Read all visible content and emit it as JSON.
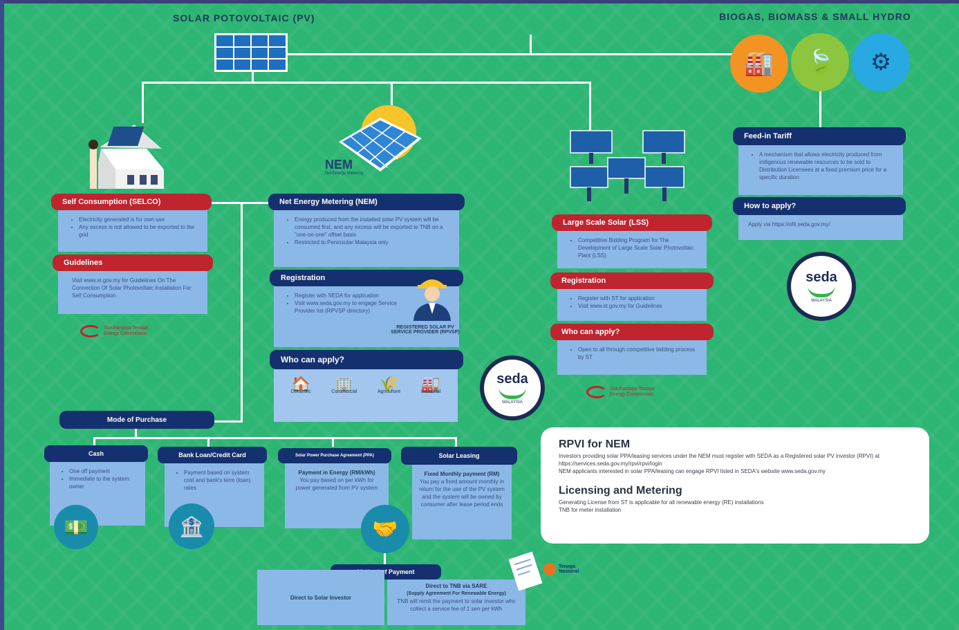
{
  "titles": {
    "pv": "SOLAR POTOVOLTAIC (PV)",
    "biogas": "BIOGAS, BIOMASS & SMALL HYDRO"
  },
  "colors": {
    "background": "#2db574",
    "navy": "#14306e",
    "red": "#c0242e",
    "box": "#8cb8e8",
    "orange": "#f39321",
    "lime": "#8cc63e",
    "sky": "#29a9e1"
  },
  "biogas_icons": [
    "factory-icon",
    "leaf-icon",
    "hydro-turbine-icon"
  ],
  "selco": {
    "header": "Self Consumption (SELCO)",
    "bullets": [
      "Electricity generated is for own use",
      "Any excess is not allowed to be exported to the grid"
    ],
    "guidelines_header": "Guidelines",
    "guidelines_text": "Visit www.st.gov.my for Guidelines On The Connection Of Solar Photovoltaic Installation For Self Consumption"
  },
  "nem": {
    "logo": "NEM",
    "logo_sub": "Net Energy Metering",
    "header": "Net Energy Metering  (NEM)",
    "bullets": [
      "Energy produced from the installed solar PV system will be consumed first, and any excess will be exported to TNB on a \"one-on-one\" offset basis",
      "Restricted to Peninsular Malaysia only"
    ],
    "registration_header": "Registration",
    "registration_bullets": [
      "Register with SEDA for application",
      "Visit www.seda.gov.my to engage Service Provider list (RPVSP directory)"
    ],
    "registered_label": "REGISTERED SOLAR PV SERVICE PROVIDER (RPVSP)",
    "who_header": "Who can apply?",
    "who_items": [
      "Domestic",
      "Commercial",
      "Agriculture",
      "Industrial"
    ]
  },
  "lss": {
    "header": "Large Scale Solar (LSS)",
    "bullets": [
      "Competitive Bidding Program for The Development of Large Scale Solar Photovoltaic Plant (LSS)"
    ],
    "registration_header": "Registration",
    "registration_bullets": [
      "Register with ST for application",
      "Visit www.st.gov.my for Guidelines"
    ],
    "who_header": "Who can apply?",
    "who_bullets": [
      "Open to all through competitive bidding process by ST"
    ]
  },
  "fit": {
    "header": "Feed-in Tariff",
    "bullets": [
      "A mechanism that allows electricity produced from indigenous renewable resources to be sold to Distribution Licensees at a fixed premium price for a specific duration"
    ],
    "how_header": "How to apply?",
    "how_text": "Apply via https://ofit.seda.gov.my/"
  },
  "seda_logo": {
    "word": "seda",
    "sub": "MALAYSIA"
  },
  "st_logo": {
    "line1": "Suruhanjaya Tenaga",
    "line2": "Energy Commission"
  },
  "mode": {
    "header": "Mode of Purchase",
    "options": [
      {
        "header": "Cash",
        "bullets": [
          "One off payment",
          "Immediate to the system owner"
        ]
      },
      {
        "header": "Bank Loan/Credit Card",
        "bullets": [
          "Payment based on system cost and bank's term (loan) rates"
        ]
      },
      {
        "header": "Solar Power Purchase Agreement (PPA)",
        "title": "Payment in Energy (RM/kWh)",
        "text": "You pay based on per kWh for power generated from PV system"
      },
      {
        "header": "Solar Leasing",
        "title": "Fixed Monthly payment (RM)",
        "text": "You pay a fixed amount monthly in return for the use of the PV system and the system will be owned by consumer after lease period ends"
      }
    ],
    "method_header": "Method of Payment",
    "methods": [
      {
        "title": "Direct to Solar Investor",
        "text": ""
      },
      {
        "title": "Direct to TNB via SARE",
        "subtitle": "(Supply Agreement For Renewable Energy)",
        "text": "TNB will remit the payment to solar investor who collect a service fee of 1 sen per kWh"
      }
    ],
    "tnb_label": "Tenaga Nasional"
  },
  "panel": {
    "rpvi_title": "RPVI for NEM",
    "rpvi_lines": [
      "Investors providing solar PPA/leasing services under the NEM must register with SEDA as a Registered solar PV investor (RPVI) at https://services.seda.gov.my/rpvi/rpvi/login",
      "NEM applicants interested in solar PPA/leasing can engage RPVI listed in SEDA's website www.seda.gov.my"
    ],
    "lic_title": "Licensing and Metering",
    "lic_lines": [
      "Generating License from ST is applicable for all renewable energy (RE) installations",
      "TNB for meter installation"
    ]
  }
}
